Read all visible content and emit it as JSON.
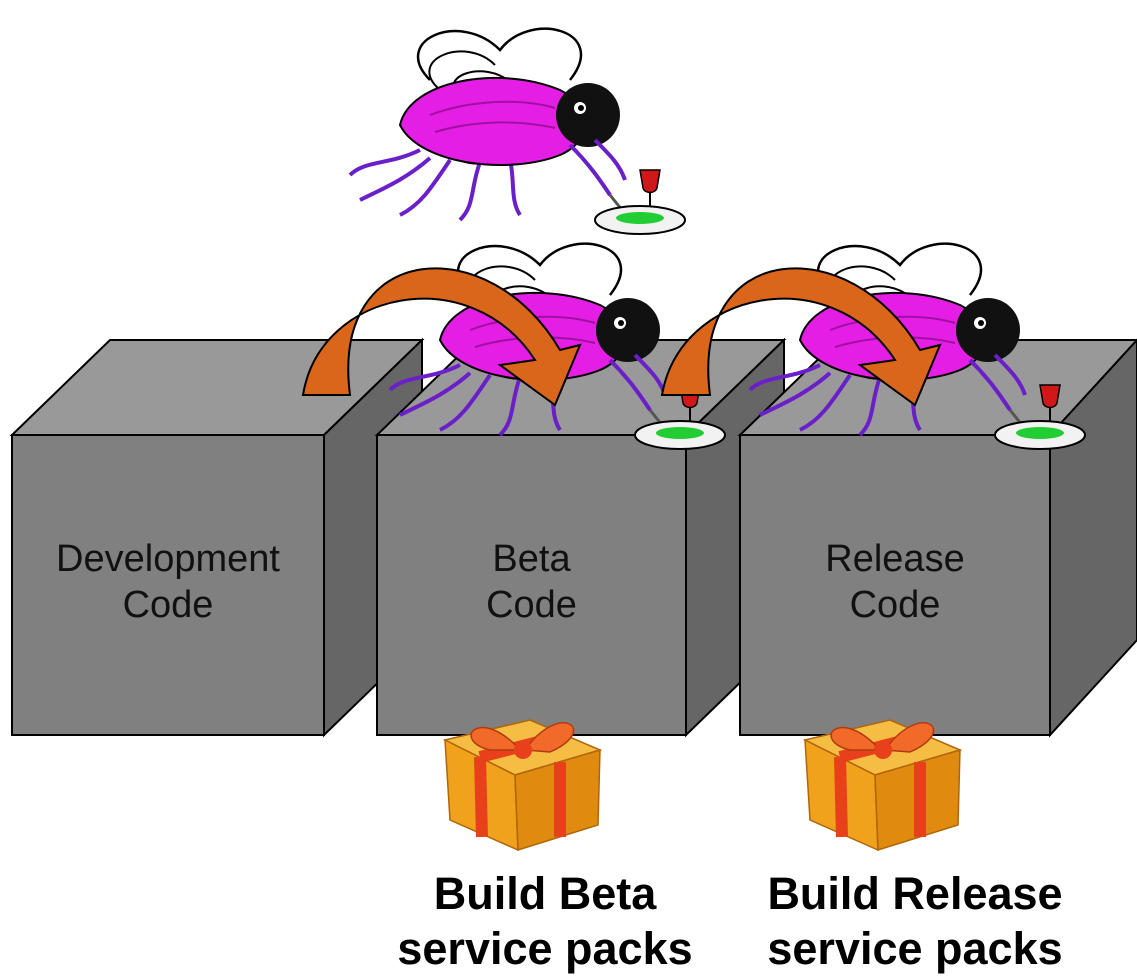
{
  "boxes": [
    {
      "line1": "Development",
      "line2": "Code"
    },
    {
      "line1": "Beta",
      "line2": "Code"
    },
    {
      "line1": "Release",
      "line2": "Code"
    }
  ],
  "captions": [
    {
      "line1": "Build Beta",
      "line2": "service packs"
    },
    {
      "line1": "Build Release",
      "line2": "service packs"
    }
  ],
  "colors": {
    "box_front": "#808080",
    "box_top": "#999999",
    "box_side": "#666666",
    "arrow": "#d9661a",
    "bug_body": "#e51ee5",
    "bug_legs": "#6a1fc9",
    "bug_goo": "#22cc33",
    "gift_box": "#f0a21d",
    "gift_ribbon": "#e8401a"
  },
  "icons": [
    "bug-with-wine-icon",
    "gift-box-icon",
    "curved-arrow-icon"
  ]
}
